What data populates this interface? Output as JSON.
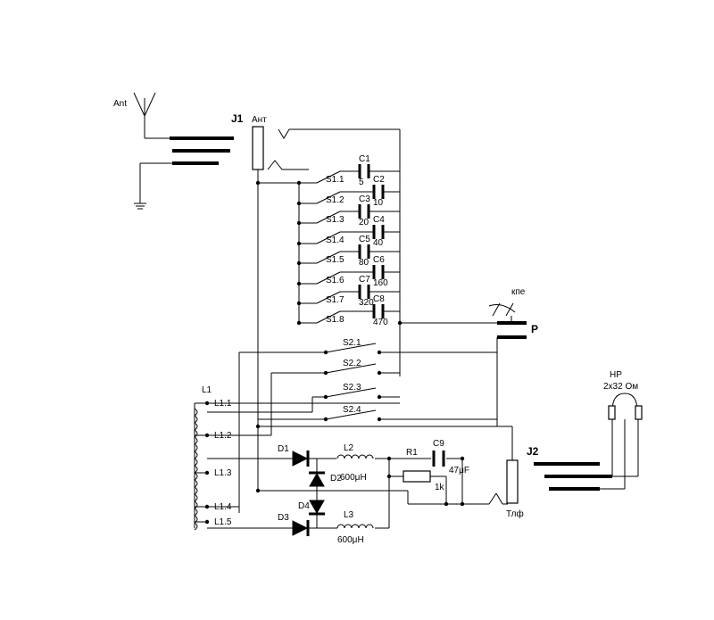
{
  "antenna": {
    "label": "Ant"
  },
  "jack_j1": {
    "label": "J1",
    "pin_label": "Ант"
  },
  "capacitors": [
    {
      "name": "C1",
      "value": "5"
    },
    {
      "name": "C2",
      "value": "10"
    },
    {
      "name": "C3",
      "value": "20"
    },
    {
      "name": "C4",
      "value": "40"
    },
    {
      "name": "C5",
      "value": "80"
    },
    {
      "name": "C6",
      "value": "160"
    },
    {
      "name": "C7",
      "value": "320"
    },
    {
      "name": "C8",
      "value": "470"
    }
  ],
  "switch_s1": [
    "S1.1",
    "S1.2",
    "S1.3",
    "S1.4",
    "S1.5",
    "S1.6",
    "S1.7",
    "S1.8"
  ],
  "switch_s2": [
    "S2.1",
    "S2.2",
    "S2.3",
    "S2.4"
  ],
  "variable_cap": {
    "label": "кпе",
    "plate": "P"
  },
  "coil": {
    "label": "L1",
    "taps": [
      "L1.1",
      "L1.2",
      "L1.3",
      "L1.4",
      "L1.5"
    ]
  },
  "diodes": [
    "D1",
    "D2",
    "D3",
    "D4"
  ],
  "chokes": [
    {
      "name": "L2",
      "value": "600μH"
    },
    {
      "name": "L3",
      "value": "600μH"
    }
  ],
  "resistor": {
    "name": "R1",
    "value": "1k"
  },
  "cap_c9": {
    "name": "C9",
    "value": "47μF"
  },
  "jack_j2": {
    "label": "J2",
    "pin_label": "Тлф"
  },
  "headphones": {
    "label": "HP",
    "spec": "2x32 Ом"
  }
}
